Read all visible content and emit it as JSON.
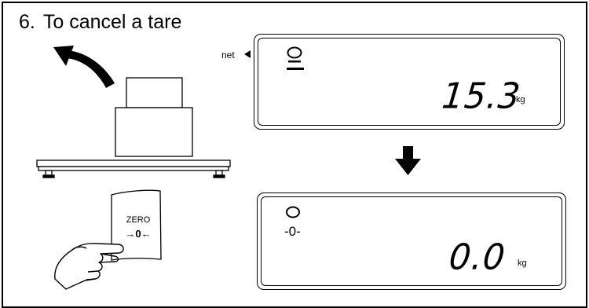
{
  "step": {
    "number": "6.",
    "title": "To cancel a tare"
  },
  "display_before": {
    "net_label": "net",
    "reading": "15.3",
    "unit": "kg",
    "stable_icon": "circle-icon"
  },
  "arrow": {
    "icon": "arrow-down-icon"
  },
  "display_after": {
    "zero_label": "-0-",
    "reading": "0.0",
    "unit": "kg",
    "stable_icon": "circle-icon"
  },
  "zero_key": {
    "line1": "ZERO",
    "line2": "→0←"
  }
}
